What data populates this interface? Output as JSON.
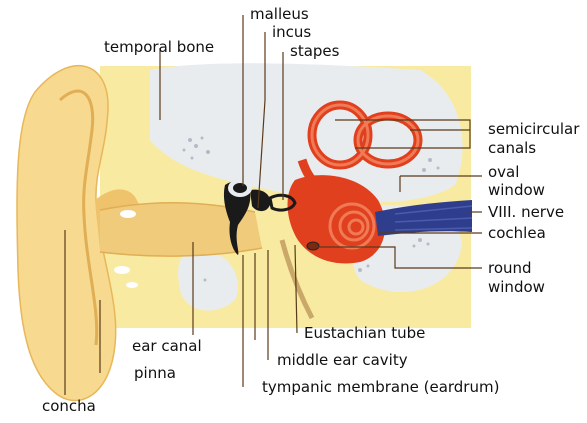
{
  "labels": {
    "malleus": "malleus",
    "incus": "incus",
    "stapes": "stapes",
    "temporal_bone": "temporal bone",
    "semicircular_canals_1": "semicircular",
    "semicircular_canals_2": "canals",
    "oval_window_1": "oval",
    "oval_window_2": "window",
    "nerve": "VIII. nerve",
    "cochlea": "cochlea",
    "round_window_1": "round",
    "round_window_2": "window",
    "eustachian_tube": "Eustachian tube",
    "ear_canal": "ear canal",
    "middle_ear_cavity": "middle ear cavity",
    "pinna": "pinna",
    "tympanic_membrane": "tympanic membrane (eardrum)",
    "concha": "concha"
  },
  "colors": {
    "bone": "#f8eaa0",
    "bone_cavity": "#e9ecef",
    "skin": "#f7d98f",
    "skin_dark": "#efc36c",
    "canal": "#f1cb7c",
    "inner_ear": "#e0401e",
    "inner_ear_light": "#f07a55",
    "ossicles": "#1a1a1a",
    "nerve": "#2f3e8c",
    "leader": "#5a3a1a"
  }
}
